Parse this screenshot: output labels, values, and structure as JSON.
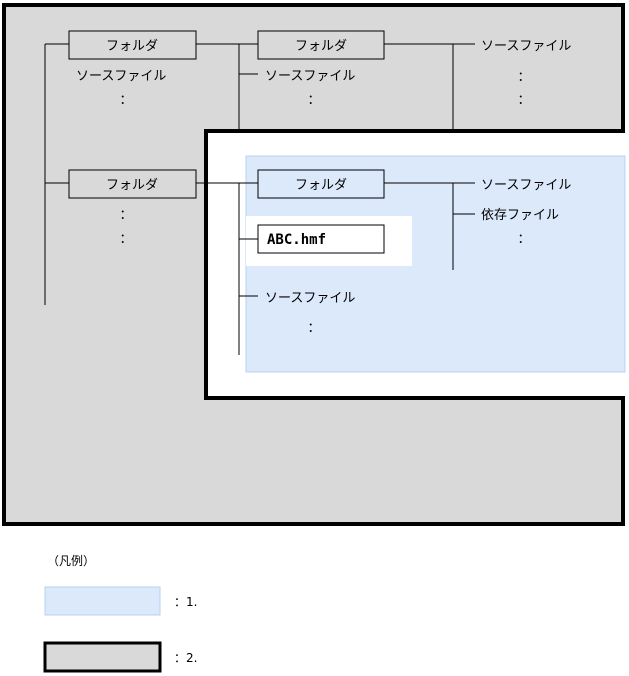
{
  "labels": {
    "folder": "フォルダ",
    "source_file": "ソースファイル",
    "dependency_file": "依存ファイル",
    "ellipsis": "：",
    "abc_file": "ABC.hmf"
  },
  "legend": {
    "title": "（凡例）",
    "item1": "：1.",
    "item2": "：2."
  },
  "colors": {
    "outer_fill": "#d9d9d9",
    "inner_fill": "#ffffff",
    "highlight_fill": "#dce9fb",
    "highlight_stroke": "#b9d1f0",
    "line": "#000000"
  }
}
